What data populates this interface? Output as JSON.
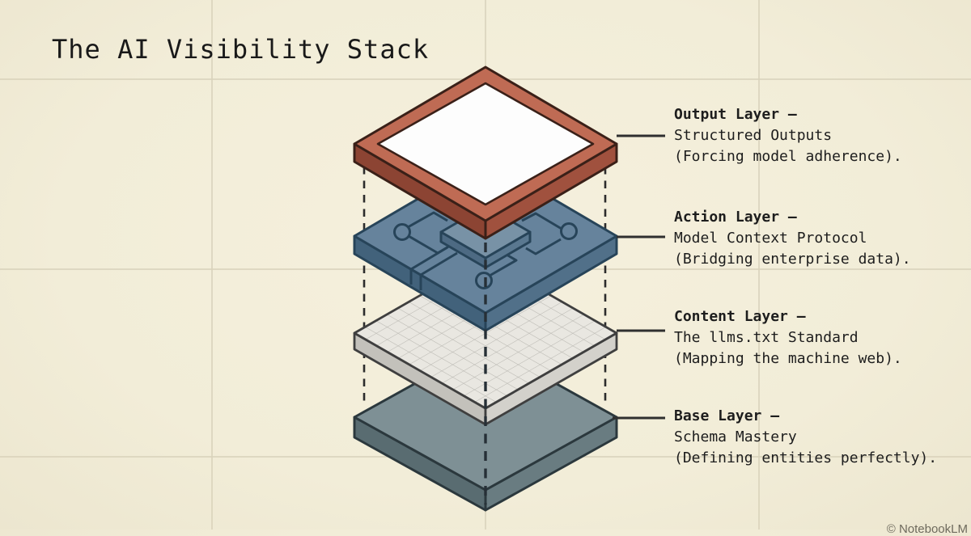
{
  "title": {
    "text": "The AI Visibility Stack"
  },
  "watermark": {
    "text": "© NotebookLM"
  },
  "colors": {
    "background": "#f3eeda",
    "grid_line": "#d8d1ba",
    "text": "#1d1d1d",
    "connector_line": "#2f2f2f",
    "guide_dash": "#2c2c2c",
    "output_layer_top": "#bf6b54",
    "output_layer_inset": "#ffffff",
    "action_layer_top": "#66839c",
    "content_layer_top": "#e9e7e1",
    "base_layer_top": "#7e9095"
  },
  "layers": [
    {
      "id": "output",
      "heading": "Output Layer –",
      "line1": "Structured Outputs",
      "line2": "(Forcing model adherence).",
      "color": "#bf6b54"
    },
    {
      "id": "action",
      "heading": "Action Layer –",
      "line1": "Model Context Protocol",
      "line2": "(Bridging enterprise data).",
      "color": "#66839c"
    },
    {
      "id": "content",
      "heading": "Content Layer –",
      "line1": "The llms.txt Standard",
      "line2": "(Mapping the machine web).",
      "color": "#e9e7e1"
    },
    {
      "id": "base",
      "heading": "Base Layer –",
      "line1": "Schema Mastery",
      "line2": "(Defining entities perfectly).",
      "color": "#7e9095"
    }
  ]
}
